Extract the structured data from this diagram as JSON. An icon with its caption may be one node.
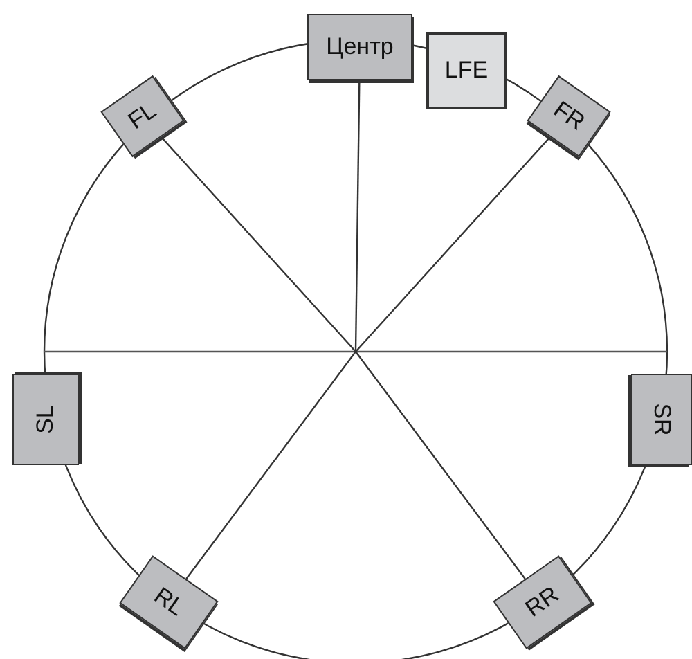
{
  "diagram": {
    "nodes": [
      {
        "text": [
          "Центр"
        ]
      },
      {
        "text": [
          "LFE"
        ]
      },
      {
        "text": [
          "FL"
        ]
      },
      {
        "text": [
          "FR"
        ]
      },
      {
        "text": [
          "SL"
        ]
      },
      {
        "text": [
          "SR"
        ]
      },
      {
        "text": [
          "RL"
        ]
      },
      {
        "text": [
          "RR"
        ]
      }
    ],
    "edges": [
      {
        "from": null,
        "to": 0,
        "arrow": "none"
      },
      {
        "from": null,
        "to": 2,
        "arrow": "none"
      },
      {
        "from": null,
        "to": 3,
        "arrow": "none"
      },
      {
        "from": null,
        "to": 6,
        "arrow": "none"
      },
      {
        "from": null,
        "to": 7,
        "arrow": "none"
      }
    ]
  }
}
